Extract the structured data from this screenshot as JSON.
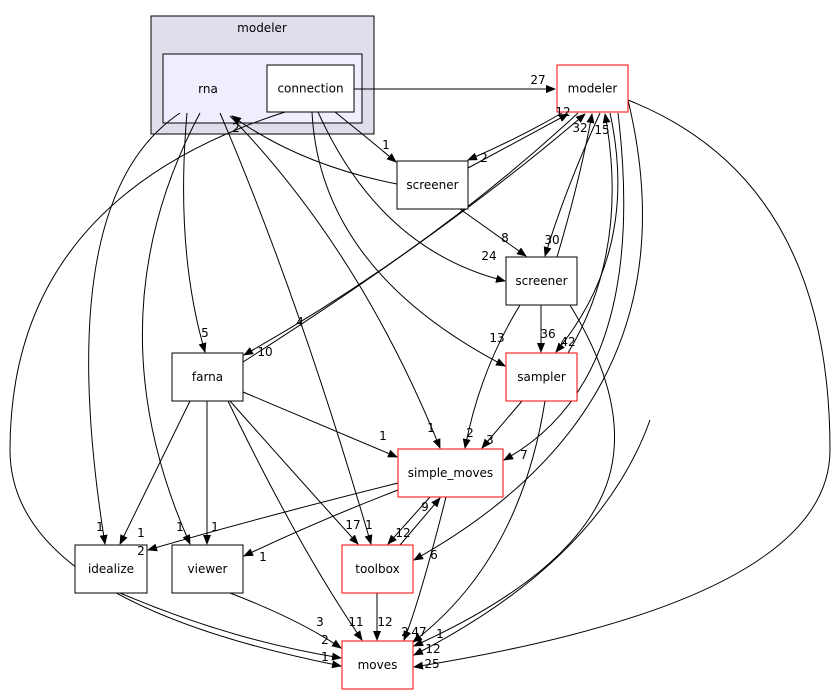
{
  "colors": {
    "cluster_outer": "#dfdfeb",
    "cluster_inner": "#eeeeff",
    "highlight_border": "#ff0000",
    "normal_border": "#000000"
  },
  "clusters": {
    "outer": {
      "label": "modeler"
    },
    "inner": {
      "label": "rna"
    }
  },
  "nodes": {
    "connection": {
      "label": "connection",
      "style": "normal"
    },
    "modeler": {
      "label": "modeler",
      "style": "highlight"
    },
    "screener1": {
      "label": "screener",
      "style": "normal"
    },
    "screener2": {
      "label": "screener",
      "style": "normal"
    },
    "farna": {
      "label": "farna",
      "style": "normal"
    },
    "sampler": {
      "label": "sampler",
      "style": "highlight"
    },
    "simple_moves": {
      "label": "simple_moves",
      "style": "highlight"
    },
    "idealize": {
      "label": "idealize",
      "style": "normal"
    },
    "viewer": {
      "label": "viewer",
      "style": "normal"
    },
    "toolbox": {
      "label": "toolbox",
      "style": "highlight"
    },
    "moves": {
      "label": "moves",
      "style": "highlight"
    }
  },
  "edges": [
    {
      "from": "connection",
      "to": "modeler",
      "label": "27"
    },
    {
      "from": "modeler",
      "to": "screener1",
      "label": "2"
    },
    {
      "from": "screener1",
      "to": "modeler",
      "label": "12"
    },
    {
      "from": "rna",
      "to": "screener1",
      "label": "1"
    },
    {
      "from": "screener1",
      "to": "rna",
      "label": "2"
    },
    {
      "from": "screener1",
      "to": "screener2",
      "label": "8"
    },
    {
      "from": "connection",
      "to": "screener2",
      "label": "24"
    },
    {
      "from": "modeler",
      "to": "screener2",
      "label": "30"
    },
    {
      "from": "screener2",
      "to": "modeler",
      "label": "32"
    },
    {
      "from": "screener2",
      "to": "sampler",
      "label": "36"
    },
    {
      "from": "modeler",
      "to": "sampler",
      "label": "42"
    },
    {
      "from": "sampler",
      "to": "modeler",
      "label": "15"
    },
    {
      "from": "farna",
      "to": "modeler",
      "label": "4"
    },
    {
      "from": "modeler",
      "to": "farna",
      "label": "10"
    },
    {
      "from": "rna",
      "to": "farna",
      "label": "5"
    },
    {
      "from": "connection",
      "to": "sampler",
      "label": "13"
    },
    {
      "from": "screener2",
      "to": "simple_moves",
      "label": "2"
    },
    {
      "from": "sampler",
      "to": "simple_moves",
      "label": "3"
    },
    {
      "from": "modeler",
      "to": "simple_moves",
      "label": "7"
    },
    {
      "from": "farna",
      "to": "simple_moves",
      "label": "1"
    },
    {
      "from": "rna",
      "to": "simple_moves",
      "label": "1"
    },
    {
      "from": "simple_moves",
      "to": "toolbox",
      "label": "12"
    },
    {
      "from": "toolbox",
      "to": "simple_moves",
      "label": "9"
    },
    {
      "from": "modeler",
      "to": "toolbox",
      "label": "6"
    },
    {
      "from": "rna",
      "to": "toolbox",
      "label": "1"
    },
    {
      "from": "farna",
      "to": "toolbox",
      "label": "17"
    },
    {
      "from": "rna",
      "to": "idealize",
      "label": "1"
    },
    {
      "from": "farna",
      "to": "idealize",
      "label": "1"
    },
    {
      "from": "simple_moves",
      "to": "idealize",
      "label": "2"
    },
    {
      "from": "rna",
      "to": "viewer",
      "label": "1"
    },
    {
      "from": "farna",
      "to": "viewer",
      "label": "1"
    },
    {
      "from": "simple_moves",
      "to": "viewer",
      "label": "1"
    },
    {
      "from": "farna",
      "to": "moves",
      "label": "11"
    },
    {
      "from": "viewer",
      "to": "moves",
      "label": "3"
    },
    {
      "from": "idealize",
      "to": "moves",
      "label": "2"
    },
    {
      "from": "connection",
      "to": "moves",
      "label": "1"
    },
    {
      "from": "toolbox",
      "to": "moves",
      "label": "12"
    },
    {
      "from": "simple_moves",
      "to": "moves",
      "label": "2"
    },
    {
      "from": "sampler",
      "to": "moves",
      "label": "47"
    },
    {
      "from": "screener2",
      "to": "moves",
      "label": "1"
    },
    {
      "from": "screener2",
      "to": "moves",
      "label": "12"
    },
    {
      "from": "modeler",
      "to": "moves",
      "label": "25"
    }
  ]
}
